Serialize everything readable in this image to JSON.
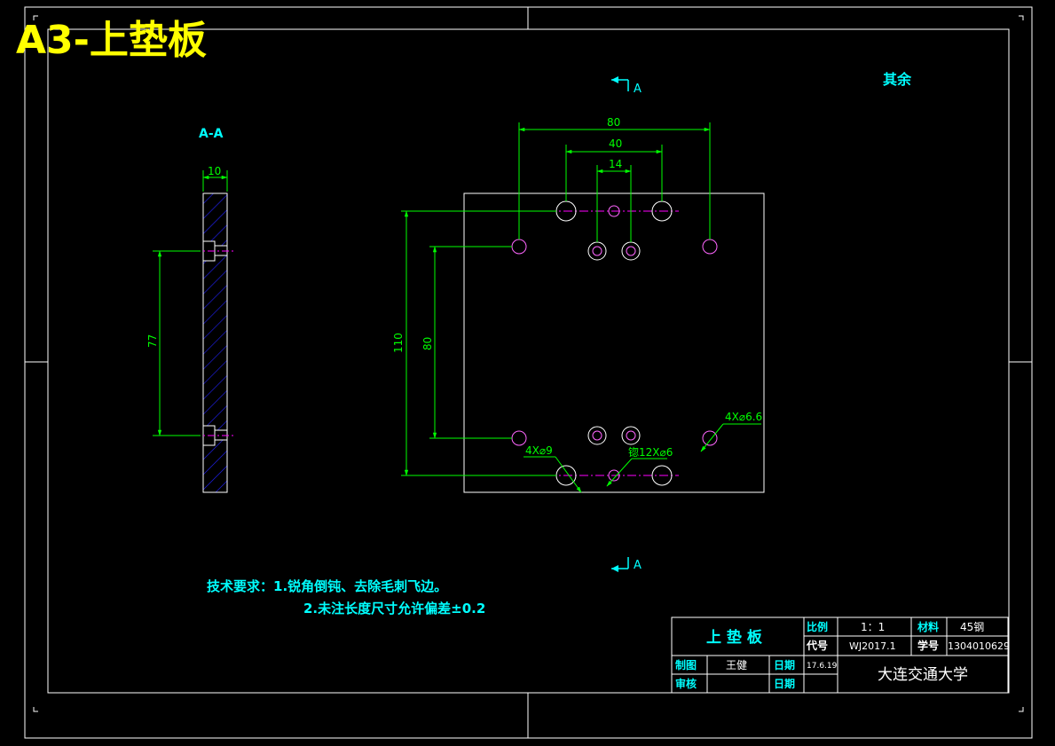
{
  "header": {
    "sheet_title": "A3-上垫板"
  },
  "annotations": {
    "other_finish": "其余",
    "section_marker_top": "A",
    "section_marker_bottom": "A",
    "section_view_label": "A-A"
  },
  "dimensions": {
    "side_thickness": "10",
    "side_hole_spacing": "77",
    "top_80": "80",
    "top_40": "40",
    "top_14": "14",
    "left_110": "110",
    "left_80": "80",
    "callout_6_6": "4X⌀6.6",
    "callout_9": "4X⌀9",
    "callout_m6": "锪12X⌀6"
  },
  "technical_requirements": {
    "line1": "技术要求：1.锐角倒钝、去除毛刺飞边。",
    "line2": "2.未注长度尺寸允许偏差±0.2"
  },
  "title_block": {
    "part_name": "上 垫 板",
    "scale_label": "比例",
    "scale_value": "1：1",
    "material_label": "材料",
    "material_value": "45钢",
    "code_label": "代号",
    "code_value": "WJ2017.1",
    "student_no_label": "学号",
    "student_no_value": "1304010629",
    "drawn_label": "制图",
    "drawn_value": "王健",
    "date_label": "日期",
    "date_value": "17.6.19",
    "checked_label": "审核",
    "checked_value": "",
    "date2_label": "日期",
    "date2_value": "",
    "school": "大连交通大学"
  },
  "colors": {
    "frame": "#ffffff",
    "dimension": "#00ff00",
    "centerline": "#ff00ff",
    "hole": "#ff66ff",
    "section_text": "#00ffff",
    "hatch": "#2222ff",
    "sheet_title": "#ffff00"
  }
}
